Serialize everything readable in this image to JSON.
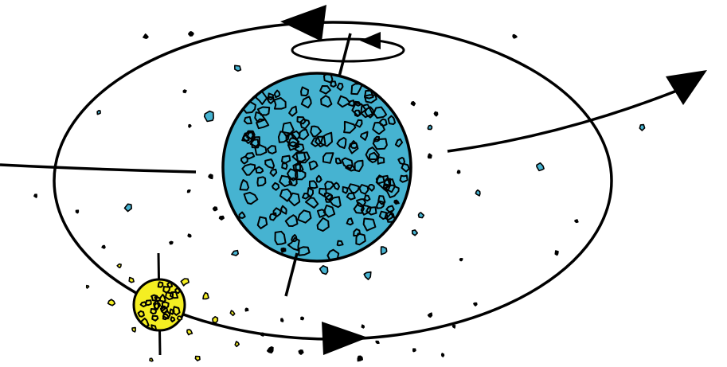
{
  "diagram": {
    "colors": {
      "line": "#000000",
      "large_body": "#46B3D1",
      "small_body": "#F4EE22",
      "background": "#ffffff"
    },
    "elements": [
      "orbit-ellipse",
      "large-body-sphere",
      "small-body-sphere",
      "spin-axis",
      "spin-direction-loop",
      "incoming-trajectory-line",
      "outgoing-trajectory-arrow",
      "orbit-direction-arrows",
      "scattered-debris"
    ]
  }
}
